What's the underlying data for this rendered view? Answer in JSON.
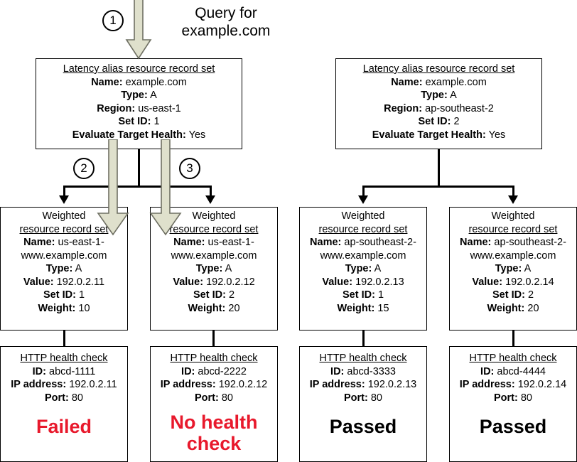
{
  "diagram": {
    "query_label": "Query for\nexample.com",
    "query_label_line1": "Query for",
    "query_label_line2": "example.com",
    "steps": [
      {
        "number": "1"
      },
      {
        "number": "2"
      },
      {
        "number": "3"
      }
    ],
    "accent_fail_color": "#e8192c",
    "arrow_fill_color": "#dfe0cc",
    "arrow_stroke_color": "#6f7063"
  },
  "latency_sets": [
    {
      "header": "Latency alias resource record set",
      "fields": [
        {
          "key": "Name:",
          "value": "example.com"
        },
        {
          "key": "Type:",
          "value": "A"
        },
        {
          "key": "Region:",
          "value": "us-east-1"
        },
        {
          "key": "Set ID:",
          "value": "1"
        },
        {
          "key": "Evaluate Target Health:",
          "value": "Yes"
        }
      ]
    },
    {
      "header": "Latency alias resource record set",
      "fields": [
        {
          "key": "Name:",
          "value": "example.com"
        },
        {
          "key": "Type:",
          "value": "A"
        },
        {
          "key": "Region:",
          "value": "ap-southeast-2"
        },
        {
          "key": "Set ID:",
          "value": "2"
        },
        {
          "key": "Evaluate Target Health:",
          "value": "Yes"
        }
      ]
    }
  ],
  "weighted_sets": [
    {
      "header_line1": "Weighted",
      "header_line2": "resource record set",
      "name_key": "Name:",
      "name_line1": "us-east-1-",
      "name_line2": "www.example.com",
      "fields": [
        {
          "key": "Type:",
          "value": "A"
        },
        {
          "key": "Value:",
          "value": "192.0.2.11"
        },
        {
          "key": "Set ID:",
          "value": "1"
        },
        {
          "key": "Weight:",
          "value": "10"
        }
      ]
    },
    {
      "header_line1": "Weighted",
      "header_line2": "resource record set",
      "name_key": "Name:",
      "name_line1": "us-east-1-",
      "name_line2": "www.example.com",
      "fields": [
        {
          "key": "Type:",
          "value": "A"
        },
        {
          "key": "Value:",
          "value": "192.0.2.12"
        },
        {
          "key": "Set ID:",
          "value": "2"
        },
        {
          "key": "Weight:",
          "value": "20"
        }
      ]
    },
    {
      "header_line1": "Weighted",
      "header_line2": "resource record set",
      "name_key": "Name:",
      "name_line1": "ap-southeast-2-",
      "name_line2": "www.example.com",
      "fields": [
        {
          "key": "Type:",
          "value": "A"
        },
        {
          "key": "Value:",
          "value": "192.0.2.13"
        },
        {
          "key": "Set ID:",
          "value": "1"
        },
        {
          "key": "Weight:",
          "value": "15"
        }
      ]
    },
    {
      "header_line1": "Weighted",
      "header_line2": "resource record set",
      "name_key": "Name:",
      "name_line1": "ap-southeast-2-",
      "name_line2": "www.example.com",
      "fields": [
        {
          "key": "Type:",
          "value": "A"
        },
        {
          "key": "Value:",
          "value": "192.0.2.14"
        },
        {
          "key": "Set ID:",
          "value": "2"
        },
        {
          "key": "Weight:",
          "value": "20"
        }
      ]
    }
  ],
  "health_checks": [
    {
      "header": "HTTP health check",
      "fields": [
        {
          "key": "ID:",
          "value": "abcd-1111"
        },
        {
          "key": "IP address:",
          "value": "192.0.2.11"
        },
        {
          "key": "Port:",
          "value": "80"
        }
      ],
      "status_line1": "Failed",
      "status_line2": "",
      "status_color": "red"
    },
    {
      "header": "HTTP health check",
      "fields": [
        {
          "key": "ID:",
          "value": "abcd-2222"
        },
        {
          "key": "IP address:",
          "value": "192.0.2.12"
        },
        {
          "key": "Port:",
          "value": "80"
        }
      ],
      "status_line1": "No health",
      "status_line2": "check",
      "status_color": "red"
    },
    {
      "header": "HTTP health check",
      "fields": [
        {
          "key": "ID:",
          "value": "abcd-3333"
        },
        {
          "key": "IP address:",
          "value": "192.0.2.13"
        },
        {
          "key": "Port:",
          "value": "80"
        }
      ],
      "status_line1": "Passed",
      "status_line2": "",
      "status_color": "black"
    },
    {
      "header": "HTTP health check",
      "fields": [
        {
          "key": "ID:",
          "value": "abcd-4444"
        },
        {
          "key": "IP address:",
          "value": "192.0.2.14"
        },
        {
          "key": "Port:",
          "value": "80"
        }
      ],
      "status_line1": "Passed",
      "status_line2": "",
      "status_color": "black"
    }
  ]
}
